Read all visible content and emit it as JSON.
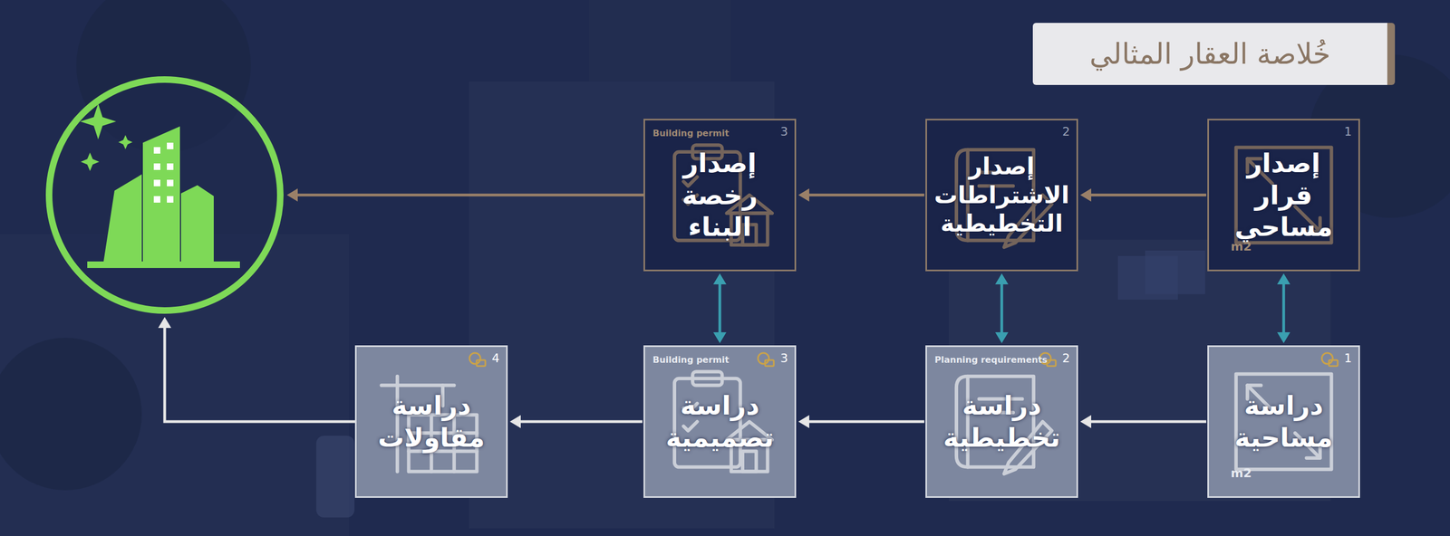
{
  "diagram": {
    "title": "خُلاصة العقار المثالي",
    "nodes": [
      {
        "text": [
          "1",
          "إصدار قرار مساحي",
          "m2"
        ]
      },
      {
        "text": [
          "2",
          "إصدار الاشتراطات التخطيطية"
        ]
      },
      {
        "text": [
          "3",
          "إصدار رخصة البناء",
          "Building permit"
        ]
      },
      {
        "text": [
          "1",
          "دراسة مساحية",
          "m2"
        ]
      },
      {
        "text": [
          "2",
          "دراسة تخطيطية",
          "Planning requirements"
        ]
      },
      {
        "text": [
          "3",
          "دراسة تصميمية",
          "Building permit"
        ]
      },
      {
        "text": [
          "4",
          "دراسة مقاولات"
        ]
      }
    ],
    "edges": [
      {
        "from": 0,
        "to": 1,
        "arrow": "to"
      },
      {
        "from": 1,
        "to": 2,
        "arrow": "to"
      },
      {
        "from": 0,
        "to": 3,
        "arrow": "both"
      },
      {
        "from": 1,
        "to": 4,
        "arrow": "both"
      },
      {
        "from": 2,
        "to": 5,
        "arrow": "both"
      },
      {
        "from": 3,
        "to": 4,
        "arrow": "to"
      },
      {
        "from": 4,
        "to": 5,
        "arrow": "to"
      },
      {
        "from": 5,
        "to": 6,
        "arrow": "to"
      }
    ]
  }
}
